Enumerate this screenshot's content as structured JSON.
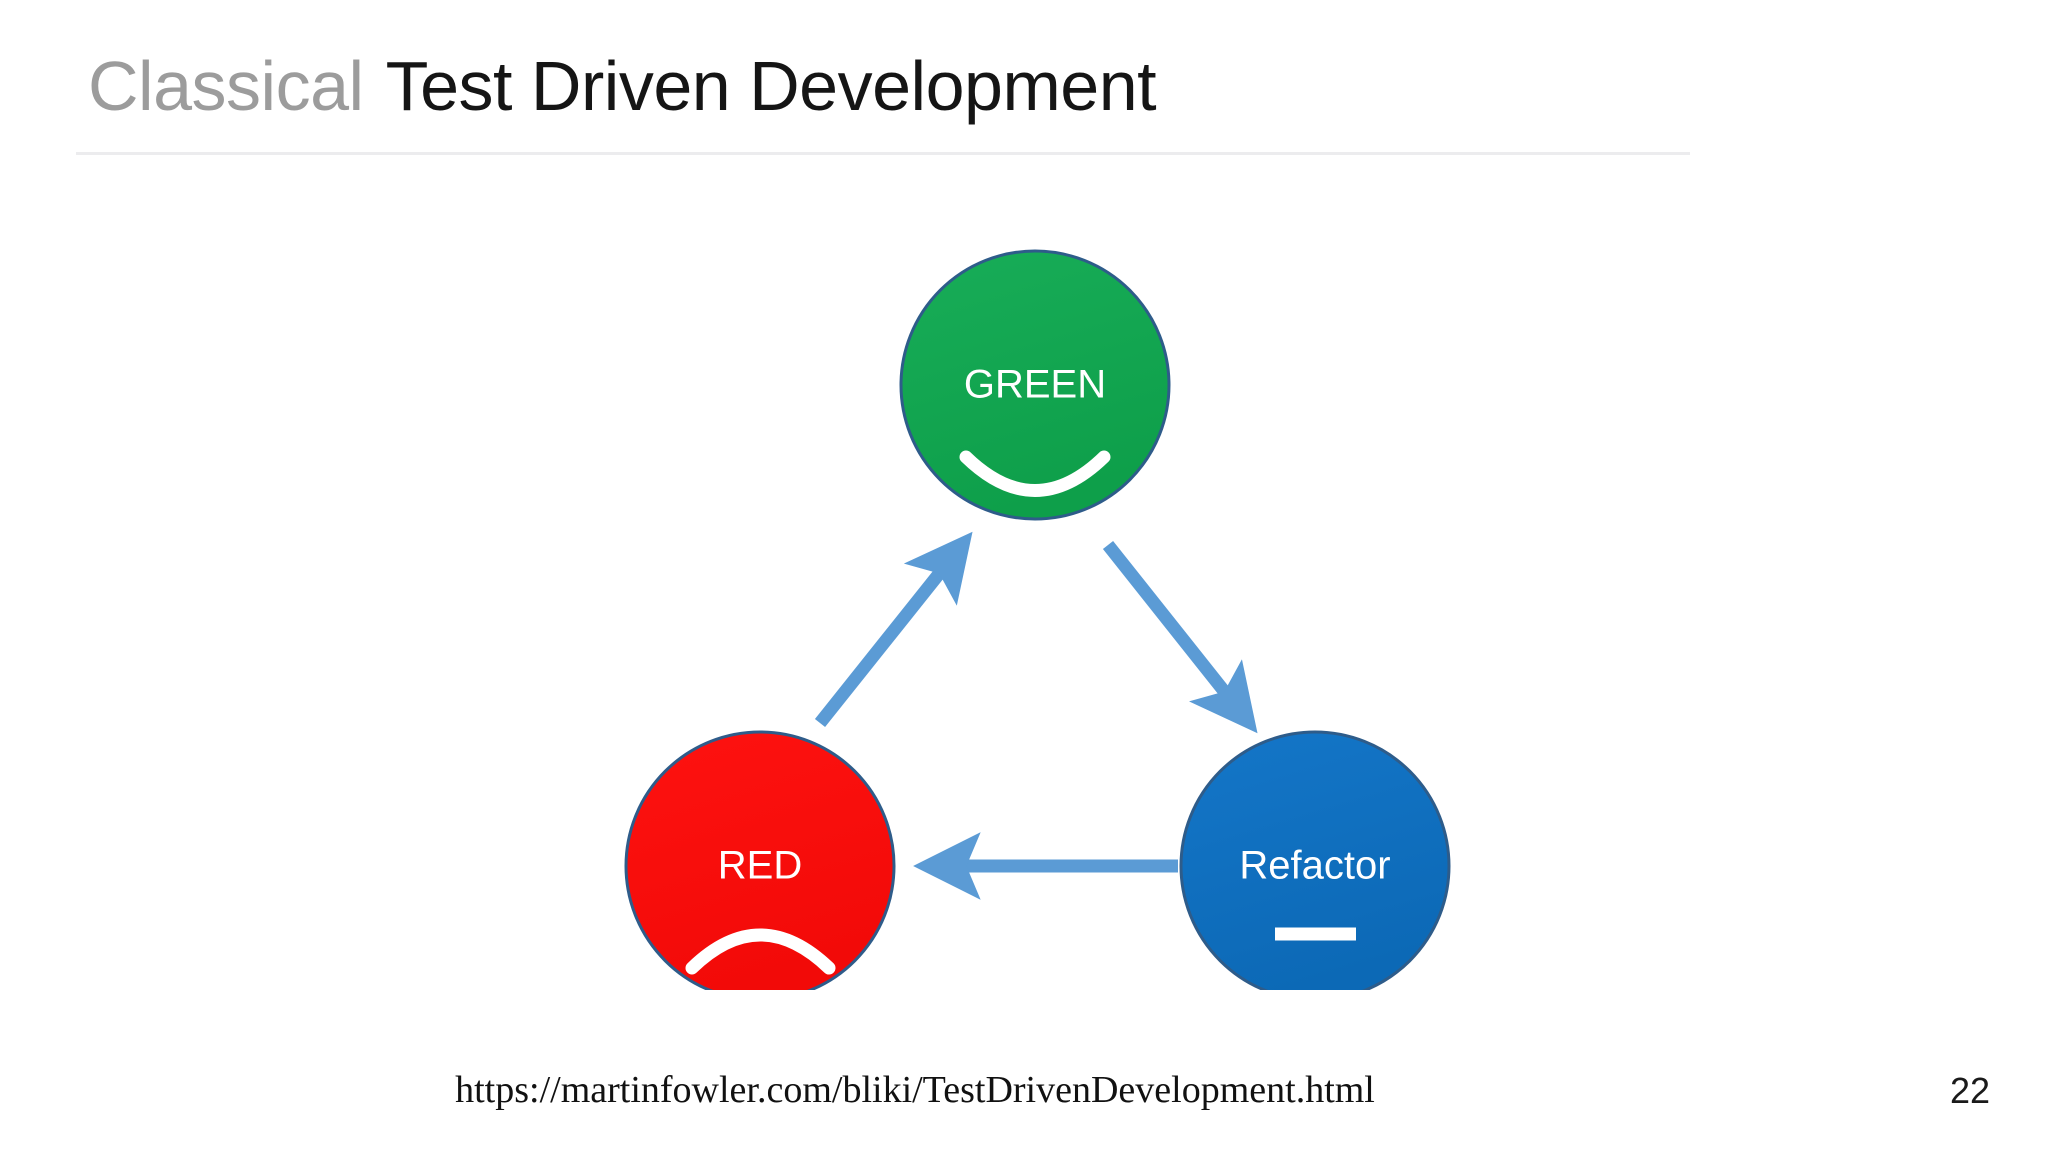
{
  "slide": {
    "title_accent": "Classical",
    "title_main": "Test Driven Development",
    "accent_color": "#9c9c9c",
    "title_color": "#151515",
    "rule_color": "#ececee",
    "background": "#ffffff"
  },
  "diagram": {
    "type": "cycle",
    "arrow_color": "#5B9BD5",
    "node_outline_color": "#2E5C8A",
    "face_stroke_color": "#ffffff",
    "nodes": [
      {
        "id": "green",
        "label": "GREEN",
        "fill": "#13A753",
        "face": "smile",
        "position": "top"
      },
      {
        "id": "red",
        "label": "RED",
        "fill": "#FB0D0C",
        "face": "frown",
        "position": "bottom-left"
      },
      {
        "id": "refactor",
        "label": "Refactor",
        "fill": "#1070C0",
        "face": "neutral",
        "position": "bottom-right"
      }
    ],
    "edges": [
      {
        "from": "red",
        "to": "green",
        "direction": "up-right"
      },
      {
        "from": "green",
        "to": "refactor",
        "direction": "down-right"
      },
      {
        "from": "refactor",
        "to": "red",
        "direction": "left"
      }
    ]
  },
  "footer": {
    "url": "https://martinfowler.com/bliki/TestDrivenDevelopment.html",
    "page_number": "22"
  }
}
